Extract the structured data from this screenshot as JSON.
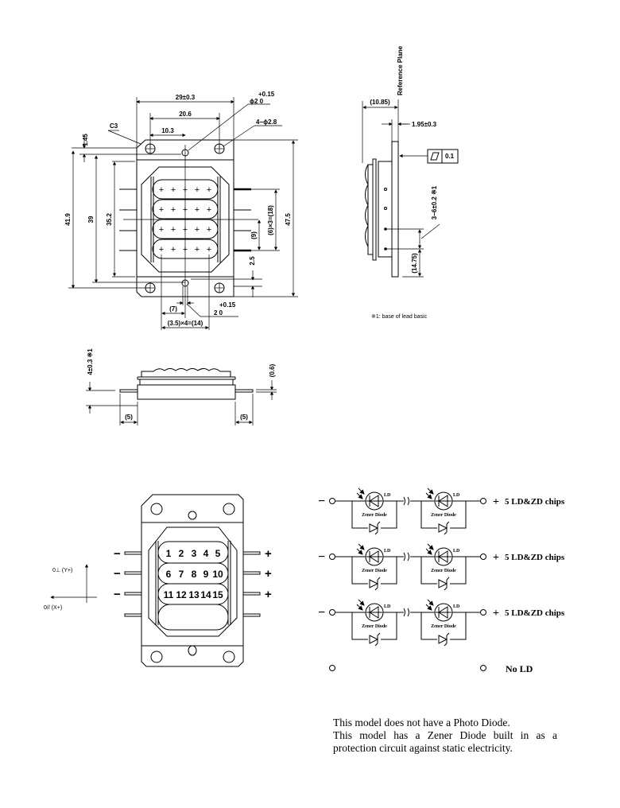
{
  "top_view": {
    "dims": {
      "width_overall": "29±0.3",
      "hole_pitch": "20.6",
      "half_pitch": "10.3",
      "pin_hole_tol": "+0.15",
      "pin_hole_dia": "ϕ2  0",
      "mount_holes": "4−ϕ2.8",
      "chamfer": "C3",
      "edge_offset": "1.45",
      "h_outer": "41.9",
      "h_holes": "39",
      "h_inner": "35.2",
      "h_total": "47.5",
      "lead_pitch": "(6)×3=(18)",
      "lead_half": "(9)",
      "bottom_offset": "2.5",
      "slot_tol": "+0.15",
      "slot_dia": "2  0",
      "offset_7": "(7)",
      "chip_pitch": "(3.5)×4=(14)"
    }
  },
  "side_view": {
    "reference_plane": "Reference Plane",
    "depth": "(10.85)",
    "flange": "1.95±0.3",
    "flatness": "0.1",
    "lead_pitch": "3−6±0.2 ※1",
    "lead_height": "(14.75)",
    "footnote": "※1: base of lead basic"
  },
  "front_view": {
    "lead_height": "4±0.3 ※1",
    "lead_thickness": "(0.6)",
    "lead_left": "(5)",
    "lead_right": "(5)"
  },
  "pinout": {
    "chip_numbers": [
      [
        "1",
        "2",
        "3",
        "4",
        "5"
      ],
      [
        "6",
        "7",
        "8",
        "9",
        "10"
      ],
      [
        "11",
        "12",
        "13",
        "14",
        "15"
      ]
    ],
    "left_signs": [
      "−",
      "−",
      "−"
    ],
    "right_signs": [
      "+",
      "+",
      "+"
    ],
    "axis_y": "0⊥ (Y+)",
    "axis_x": "0// (X+)"
  },
  "schematic": {
    "rows": [
      {
        "minus": "−",
        "plus": "+",
        "label": "5 LD&ZD chips"
      },
      {
        "minus": "−",
        "plus": "+",
        "label": "5 LD&ZD chips"
      },
      {
        "minus": "−",
        "plus": "+",
        "label": "5 LD&ZD chips"
      }
    ],
    "ld_label": "LD",
    "zener_label": "Zener Diode",
    "no_ld_label": "No LD"
  },
  "notes": [
    "This model does not have a Photo Diode.",
    "This model has a Zener Diode built in as a protection circuit against static electricity."
  ]
}
